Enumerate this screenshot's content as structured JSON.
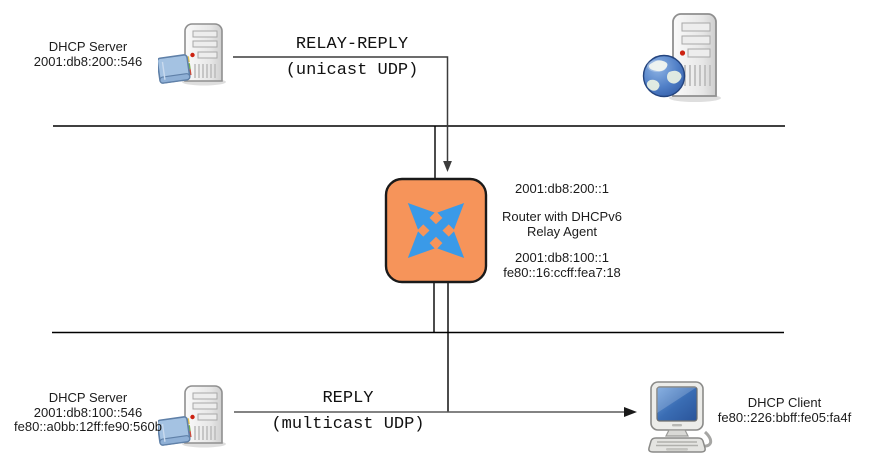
{
  "nodes": {
    "server_top": {
      "name": "DHCP Server",
      "address": "2001:db8:200::546"
    },
    "server_bottom": {
      "name": "DHCP Server",
      "address": "2001:db8:100::546",
      "link_local": "fe80::a0bb:12ff:fe90:560b"
    },
    "router": {
      "upper_address": "2001:db8:200::1",
      "name_line1": "Router with DHCPv6",
      "name_line2": "Relay Agent",
      "lower_address": "2001:db8:100::1",
      "lower_link_local": "fe80::16:ccff:fea7:18"
    },
    "client": {
      "name": "DHCP Client",
      "address": "fe80::226:bbff:fe05:fa4f"
    }
  },
  "messages": {
    "relay_reply": {
      "name": "RELAY-REPLY",
      "transport": "(unicast UDP)"
    },
    "reply": {
      "name": "REPLY",
      "transport": "(multicast UDP)"
    }
  },
  "icons": {
    "server_top": "tower-server-with-book",
    "web_server": "tower-server-with-globe",
    "router": "crossed-arrows-router",
    "client": "desktop-computer"
  },
  "colors": {
    "router_fill": "#F6945A",
    "router_arrow": "#3A9AE8",
    "network_line": "#000000",
    "message_arrow": "#3c3c3c"
  }
}
